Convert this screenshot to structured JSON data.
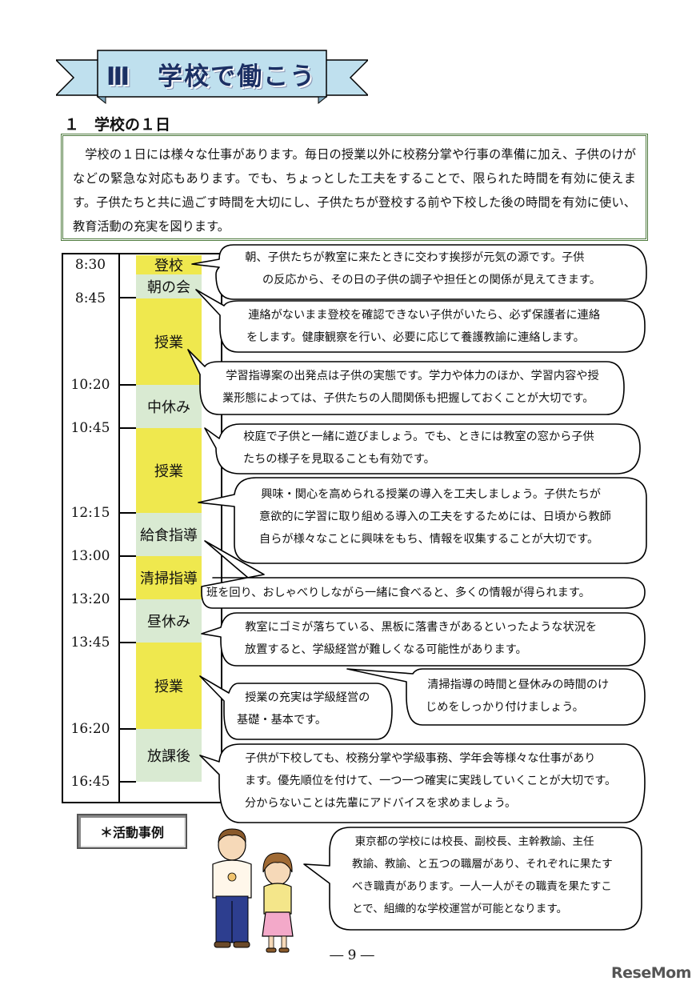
{
  "banner": {
    "title": "Ⅲ　学校で働こう"
  },
  "section": {
    "heading": "１　学校の１日"
  },
  "intro": {
    "text": "学校の１日には様々な仕事があります。毎日の授業以外に校務分掌や行事の準備に加え、子供のけがなどの緊急な対応もあります。でも、ちょっとした工夫をすることで、限られた時間を有効に使えます。子供たちと共に過ごす時間を大切にし、子供たちが登校する前や下校した後の時間を有効に使い、教育活動の充実を図ります。"
  },
  "timeline": {
    "times": [
      "8:30",
      "8:45",
      "10:20",
      "10:45",
      "12:15",
      "13:00",
      "13:20",
      "13:45",
      "16:20",
      "16:45"
    ],
    "blocks": [
      "登校",
      "朝の会",
      "授業",
      "中休み",
      "授業",
      "給食指導",
      "清掃指導",
      "昼休み",
      "授業",
      "放課後"
    ]
  },
  "callouts": [
    {
      "line1": "朝、子供たちが教室に来たときに交わす挨拶が元気の源です。子供",
      "line2": "の反応から、その日の子供の調子や担任との関係が見えてきます。"
    },
    {
      "line1": "連絡がないまま登校を確認できない子供がいたら、必ず保護者に連絡",
      "line2": "をします。健康観察を行い、必要に応じて養護教諭に連絡します。"
    },
    {
      "line1": "学習指導案の出発点は子供の実態です。学力や体力のほか、学習内容や授",
      "line2": "業形態によっては、子供たちの人間関係も把握しておくことが大切です。"
    },
    {
      "line1": "校庭で子供と一緒に遊びましょう。でも、ときには教室の窓から子供",
      "line2": "たちの様子を見取ることも有効です。"
    },
    {
      "line1": "興味・関心を高められる授業の導入を工夫しましょう。子供たちが",
      "line2": "意欲的に学習に取り組める導入の工夫をするためには、日頃から教師",
      "line3": "自らが様々なことに興味をもち、情報を収集することが大切です。"
    },
    {
      "line1": "班を回り、おしゃべりしながら一緒に食べると、多くの情報が得られます。"
    },
    {
      "line1": "教室にゴミが落ちている、黒板に落書きがあるといったような状況を",
      "line2": "放置すると、学級経営が難しくなる可能性があります。"
    },
    {
      "line1": "授業の充実は学級経営の",
      "line2": "基礎・基本です。"
    },
    {
      "line1": "清掃指導の時間と昼休みの時間のけ",
      "line2": "じめをしっかり付けましょう。"
    },
    {
      "line1": "子供が下校しても、校務分掌や学級事務、学年会等様々な仕事があり",
      "line2": "ます。優先順位を付けて、一つ一つ確実に実践していくことが大切です。",
      "line3": "分からないことは先輩にアドバイスを求めましょう。"
    },
    {
      "line1": "東京都の学校には校長、副校長、主幹教諭、主任",
      "line2": "教諭、教諭、と五つの職層があり、それぞれに果たす",
      "line3": "べき職責があります。一人一人がその職責を果たすこ",
      "line4": "とで、組織的な学校運営が可能となります。"
    }
  ],
  "activity_label": "＊活動事例",
  "page_number": "― 9 ―",
  "watermark": "ReseMom"
}
